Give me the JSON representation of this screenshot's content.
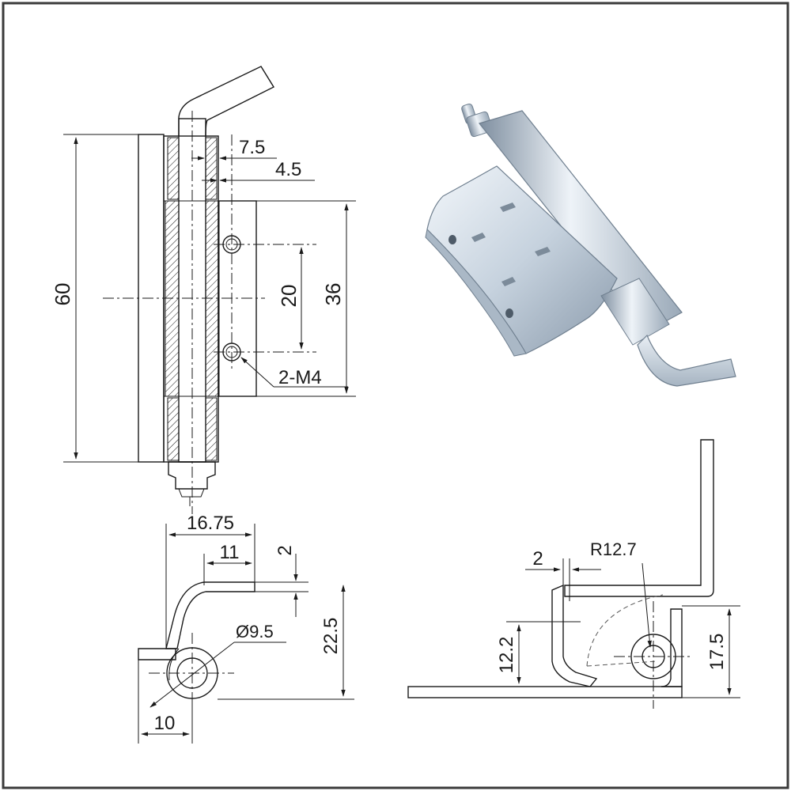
{
  "colors": {
    "frame": "#3a3a3a",
    "line": "#1a1a1a",
    "metal_light": "#eef3f8",
    "metal_mid": "#b9c6d3",
    "metal_dark": "#6f7f8f"
  },
  "front_view": {
    "dim_height": "60",
    "dim_pin_offset": "7.5",
    "dim_wall": "4.5",
    "dim_hole_spacing": "20",
    "dim_leaf_height": "36",
    "hole_callout": "2-M4"
  },
  "side_view": {
    "dim_width": "16.75",
    "dim_bend": "11",
    "dim_thickness": "2",
    "dim_diameter": "Ø9.5",
    "dim_height": "22.5",
    "dim_base": "10"
  },
  "install_view": {
    "dim_thickness": "2",
    "dim_radius": "R12.7",
    "dim_low": "12.2",
    "dim_high": "17.5"
  },
  "product_photo": {
    "subject": "spring-loaded-hinge-photo"
  }
}
